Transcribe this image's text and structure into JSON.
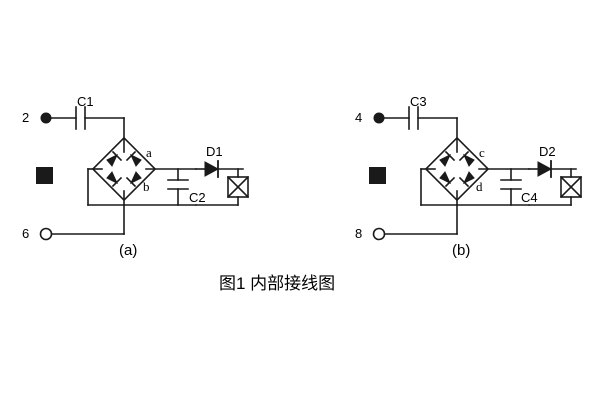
{
  "figure": {
    "caption": "图1  内部接线图",
    "sub_captions": {
      "a": "(a)",
      "b": "(b)"
    }
  },
  "circuit_a": {
    "terminals": [
      {
        "id": "2",
        "label": "2",
        "type": "filled"
      },
      {
        "id": "6",
        "label": "6",
        "type": "open"
      }
    ],
    "components": [
      {
        "id": "C1",
        "label": "C1",
        "type": "capacitor"
      },
      {
        "id": "C2",
        "label": "C2",
        "type": "capacitor"
      },
      {
        "id": "D1",
        "label": "D1",
        "type": "diode"
      },
      {
        "id": "a",
        "label": "a",
        "type": "bridge-node"
      },
      {
        "id": "b",
        "label": "b",
        "type": "bridge-node"
      }
    ],
    "bridge_name": "rectifier-bridge",
    "load_name": "lamp-resistor",
    "block_name": "filled-square-marker"
  },
  "circuit_b": {
    "terminals": [
      {
        "id": "4",
        "label": "4",
        "type": "filled"
      },
      {
        "id": "8",
        "label": "8",
        "type": "open"
      }
    ],
    "components": [
      {
        "id": "C3",
        "label": "C3",
        "type": "capacitor"
      },
      {
        "id": "C4",
        "label": "C4",
        "type": "capacitor"
      },
      {
        "id": "D2",
        "label": "D2",
        "type": "diode"
      },
      {
        "id": "c",
        "label": "c",
        "type": "bridge-node"
      },
      {
        "id": "d",
        "label": "d",
        "type": "bridge-node"
      }
    ],
    "bridge_name": "rectifier-bridge",
    "load_name": "lamp-resistor",
    "block_name": "filled-square-marker"
  },
  "colors": {
    "line": "#1a1a1a",
    "background": "#ffffff"
  }
}
